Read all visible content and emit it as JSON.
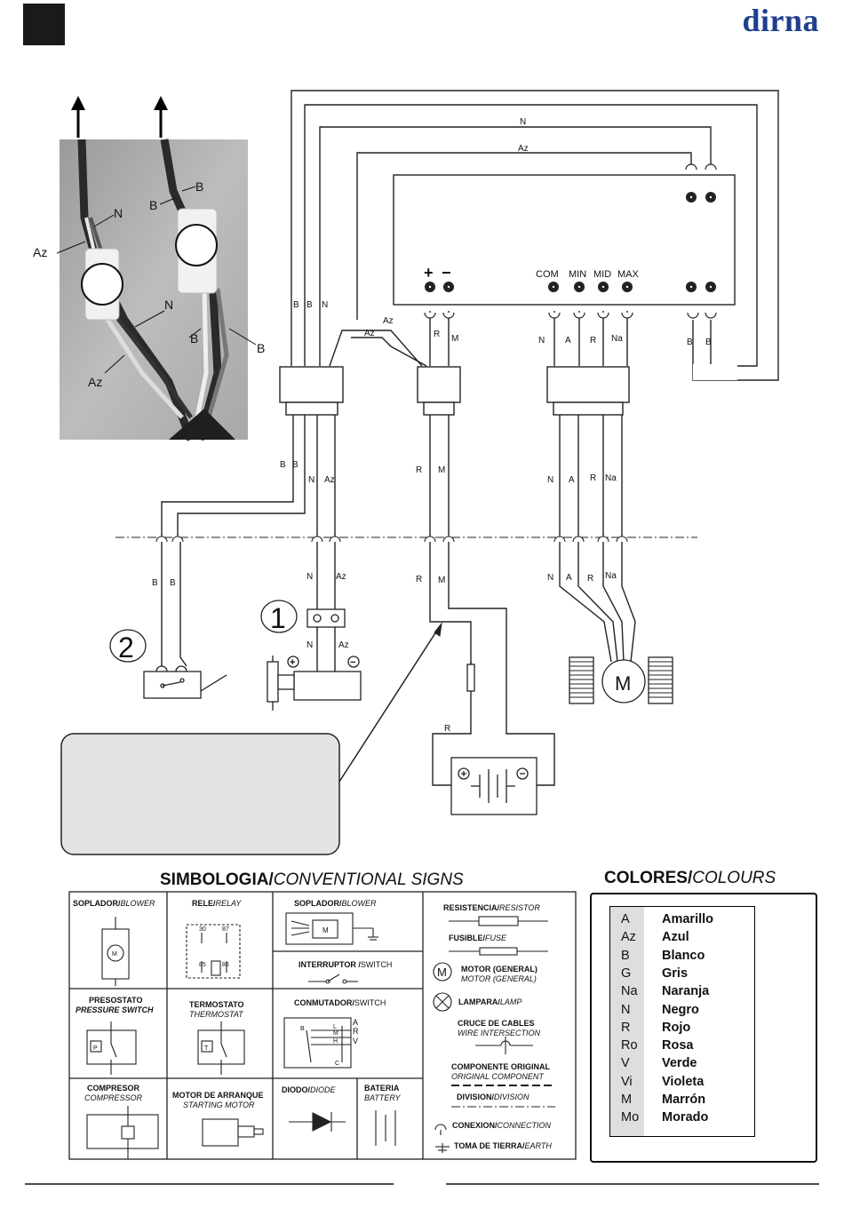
{
  "brand": "dirna",
  "wires": {
    "N": "N",
    "Az": "Az",
    "B": "B",
    "R": "R",
    "M": "M",
    "A": "A",
    "Na": "Na"
  },
  "terminals": {
    "plus": "+",
    "minus": "−",
    "com": "COM",
    "min": "MIN",
    "mid": "MID",
    "max": "MAX"
  },
  "components": {
    "num1": "1",
    "num2": "2",
    "motor_m": "M"
  },
  "simbologia": {
    "title_bold": "SIMBOLOGIA/",
    "title_italic": "CONVENTIONAL SIGNS",
    "soplador1_bold": "SOPLADOR/",
    "soplador1_italic": "BLOWER",
    "rele_bold": "RELE/",
    "rele_italic": "RELAY",
    "soplador2_bold": "SOPLADOR/",
    "soplador2_italic": "BLOWER",
    "interruptor_bold": "INTERRUPTOR /",
    "interruptor_italic": "SWITCH",
    "presostato": "PRESOSTATO",
    "pressure_switch": "PRESSURE SWITCH",
    "termostato": "TERMOSTATO",
    "thermostat": "THERMOSTAT",
    "conmutador_bold": "CONMUTADOR/",
    "conmutador_italic": "SWITCH",
    "compresor": "COMPRESOR",
    "compressor": "COMPRESSOR",
    "motor_arranque": "MOTOR DE ARRANQUE",
    "starting_motor": "STARTING MOTOR",
    "diodo_bold": "DIODO/",
    "diodo_italic": "DIODE",
    "bateria": "BATERIA",
    "battery": "BATTERY",
    "resistencia_bold": "RESISTENCIA/",
    "resistencia_italic": "RESISTOR",
    "fusible_bold": "FUSIBLE/",
    "fusible_italic": "FUSE",
    "motor_general": "MOTOR (GENERAL)",
    "motor_general_en": "MOTOR (GENERAL)",
    "lampara_bold": "LAMPARA/",
    "lampara_italic": "LAMP",
    "cruce": "CRUCE DE CABLES",
    "wire_intersection": "WIRE INTERSECTION",
    "componente": "COMPONENTE ORIGINAL",
    "original_component": "ORIGINAL COMPONENT",
    "division_bold": "DIVISION/",
    "division_italic": "DIVISION",
    "conexion_bold": "CONEXION/",
    "conexion_italic": "CONNECTION",
    "toma_bold": "TOMA DE TIERRA/",
    "toma_italic": "EARTH",
    "relay_30": "30",
    "relay_87": "87",
    "relay_85": "85",
    "relay_86": "86",
    "sym_m": "M",
    "sym_p": "P",
    "sym_t": "T",
    "sw_b": "B",
    "sw_l": "L",
    "sw_a": "A",
    "sw_m": "M",
    "sw_r": "R",
    "sw_h": "H",
    "sw_v": "V",
    "sw_c": "C"
  },
  "colores": {
    "title_bold": "COLORES/",
    "title_italic": "COLOURS",
    "rows": [
      {
        "abbr": "A",
        "name": "Amarillo"
      },
      {
        "abbr": "Az",
        "name": "Azul"
      },
      {
        "abbr": "B",
        "name": "Blanco"
      },
      {
        "abbr": "G",
        "name": "Gris"
      },
      {
        "abbr": "Na",
        "name": "Naranja"
      },
      {
        "abbr": "N",
        "name": "Negro"
      },
      {
        "abbr": "R",
        "name": "Rojo"
      },
      {
        "abbr": "Ro",
        "name": "Rosa"
      },
      {
        "abbr": "V",
        "name": "Verde"
      },
      {
        "abbr": "Vi",
        "name": "Violeta"
      },
      {
        "abbr": "M",
        "name": "Marrón"
      },
      {
        "abbr": "Mo",
        "name": "Morado"
      }
    ]
  }
}
